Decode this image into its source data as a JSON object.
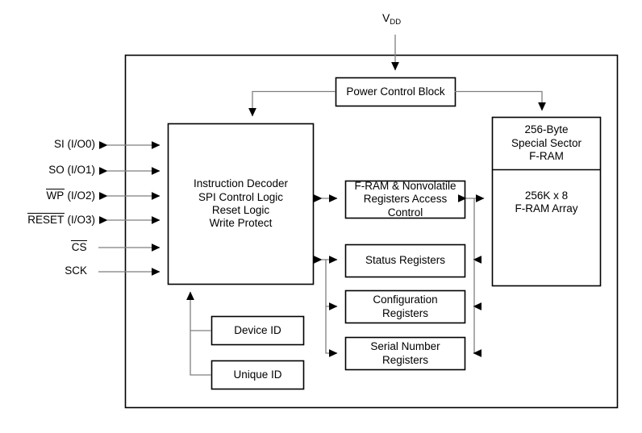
{
  "figure": {
    "type": "block-diagram",
    "title": "",
    "power_label": {
      "main": "V",
      "subscript": "DD"
    }
  },
  "pins": [
    {
      "id": "si",
      "label": "SI (I/O0)",
      "overline": "",
      "tail": "SI (I/O0)",
      "direction": "bidirectional"
    },
    {
      "id": "so",
      "label": "SO (I/O1)",
      "overline": "",
      "tail": "SO (I/O1)",
      "direction": "bidirectional"
    },
    {
      "id": "wp",
      "label": "WP (I/O2)",
      "overline": "WP",
      "tail": " (I/O2)",
      "direction": "bidirectional"
    },
    {
      "id": "reset",
      "label": "RESET (I/O3)",
      "overline": "RESET",
      "tail": " (I/O3)",
      "direction": "bidirectional"
    },
    {
      "id": "cs",
      "label": "CS",
      "overline": "CS",
      "tail": "",
      "direction": "input"
    },
    {
      "id": "sck",
      "label": "SCK",
      "overline": "",
      "tail": "SCK",
      "direction": "input"
    }
  ],
  "blocks": {
    "power_control": {
      "lines": [
        "Power Control Block"
      ]
    },
    "instruction_decoder": {
      "lines": [
        "Instruction Decoder",
        "SPI Control Logic",
        "Reset Logic",
        "Write Protect"
      ]
    },
    "access_control": {
      "lines": [
        "F-RAM & Nonvolatile",
        "Registers Access",
        "Control"
      ]
    },
    "status_registers": {
      "lines": [
        "Status Registers"
      ]
    },
    "configuration_registers": {
      "lines": [
        "Configuration",
        "Registers"
      ]
    },
    "serial_number_registers": {
      "lines": [
        "Serial Number",
        "Registers"
      ]
    },
    "device_id": {
      "lines": [
        "Device ID"
      ]
    },
    "unique_id": {
      "lines": [
        "Unique ID"
      ]
    },
    "special_sector": {
      "lines": [
        "256-Byte",
        "Special Sector",
        "F-RAM"
      ]
    },
    "fram_array": {
      "lines": [
        "256K x 8",
        "F-RAM Array"
      ]
    }
  },
  "colors": {
    "line": "#000000",
    "box_stroke": "#000000",
    "connector": "#7f7f7f",
    "background": "#ffffff"
  }
}
